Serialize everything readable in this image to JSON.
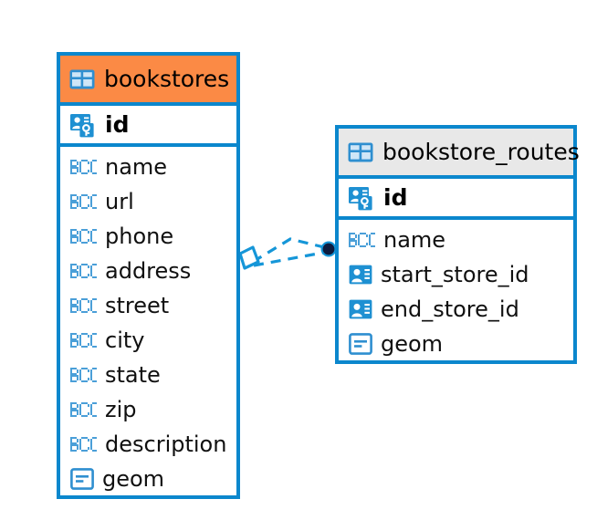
{
  "diagram": {
    "type": "entity-relationship-diagram",
    "background": "#ffffff",
    "accent_blue": "#0b87cd",
    "accent_orange": "#fb8a45",
    "accent_gray": "#e8e8e8",
    "connector_dark": "#0d1b3e"
  },
  "entities": [
    {
      "id": "bookstores",
      "title": "bookstores",
      "header_icon": "table-icon",
      "header_color": "#fb8a45",
      "primary_key": {
        "name": "id",
        "icon": "primary-key-icon"
      },
      "fields": [
        {
          "name": "name",
          "icon": "abc-text-icon"
        },
        {
          "name": "url",
          "icon": "abc-text-icon"
        },
        {
          "name": "phone",
          "icon": "abc-text-icon"
        },
        {
          "name": "address",
          "icon": "abc-text-icon"
        },
        {
          "name": "street",
          "icon": "abc-text-icon"
        },
        {
          "name": "city",
          "icon": "abc-text-icon"
        },
        {
          "name": "state",
          "icon": "abc-text-icon"
        },
        {
          "name": "zip",
          "icon": "abc-text-icon"
        },
        {
          "name": "description",
          "icon": "abc-text-icon"
        },
        {
          "name": "geom",
          "icon": "geometry-icon"
        }
      ]
    },
    {
      "id": "bookstore_routes",
      "title": "bookstore_routes",
      "header_icon": "table-icon",
      "header_color": "#e8e8e8",
      "primary_key": {
        "name": "id",
        "icon": "primary-key-icon"
      },
      "fields": [
        {
          "name": "name",
          "icon": "abc-text-icon"
        },
        {
          "name": "start_store_id",
          "icon": "foreign-key-icon"
        },
        {
          "name": "end_store_id",
          "icon": "foreign-key-icon"
        },
        {
          "name": "geom",
          "icon": "geometry-icon"
        }
      ]
    }
  ],
  "relationships": [
    {
      "name": "bookstore-routes-to-bookstores",
      "from": "bookstore_routes",
      "to": "bookstores",
      "line_style": "dashed",
      "source_marker": "filled-circle",
      "target_marker": "diamond-outline",
      "count": 2
    }
  ]
}
